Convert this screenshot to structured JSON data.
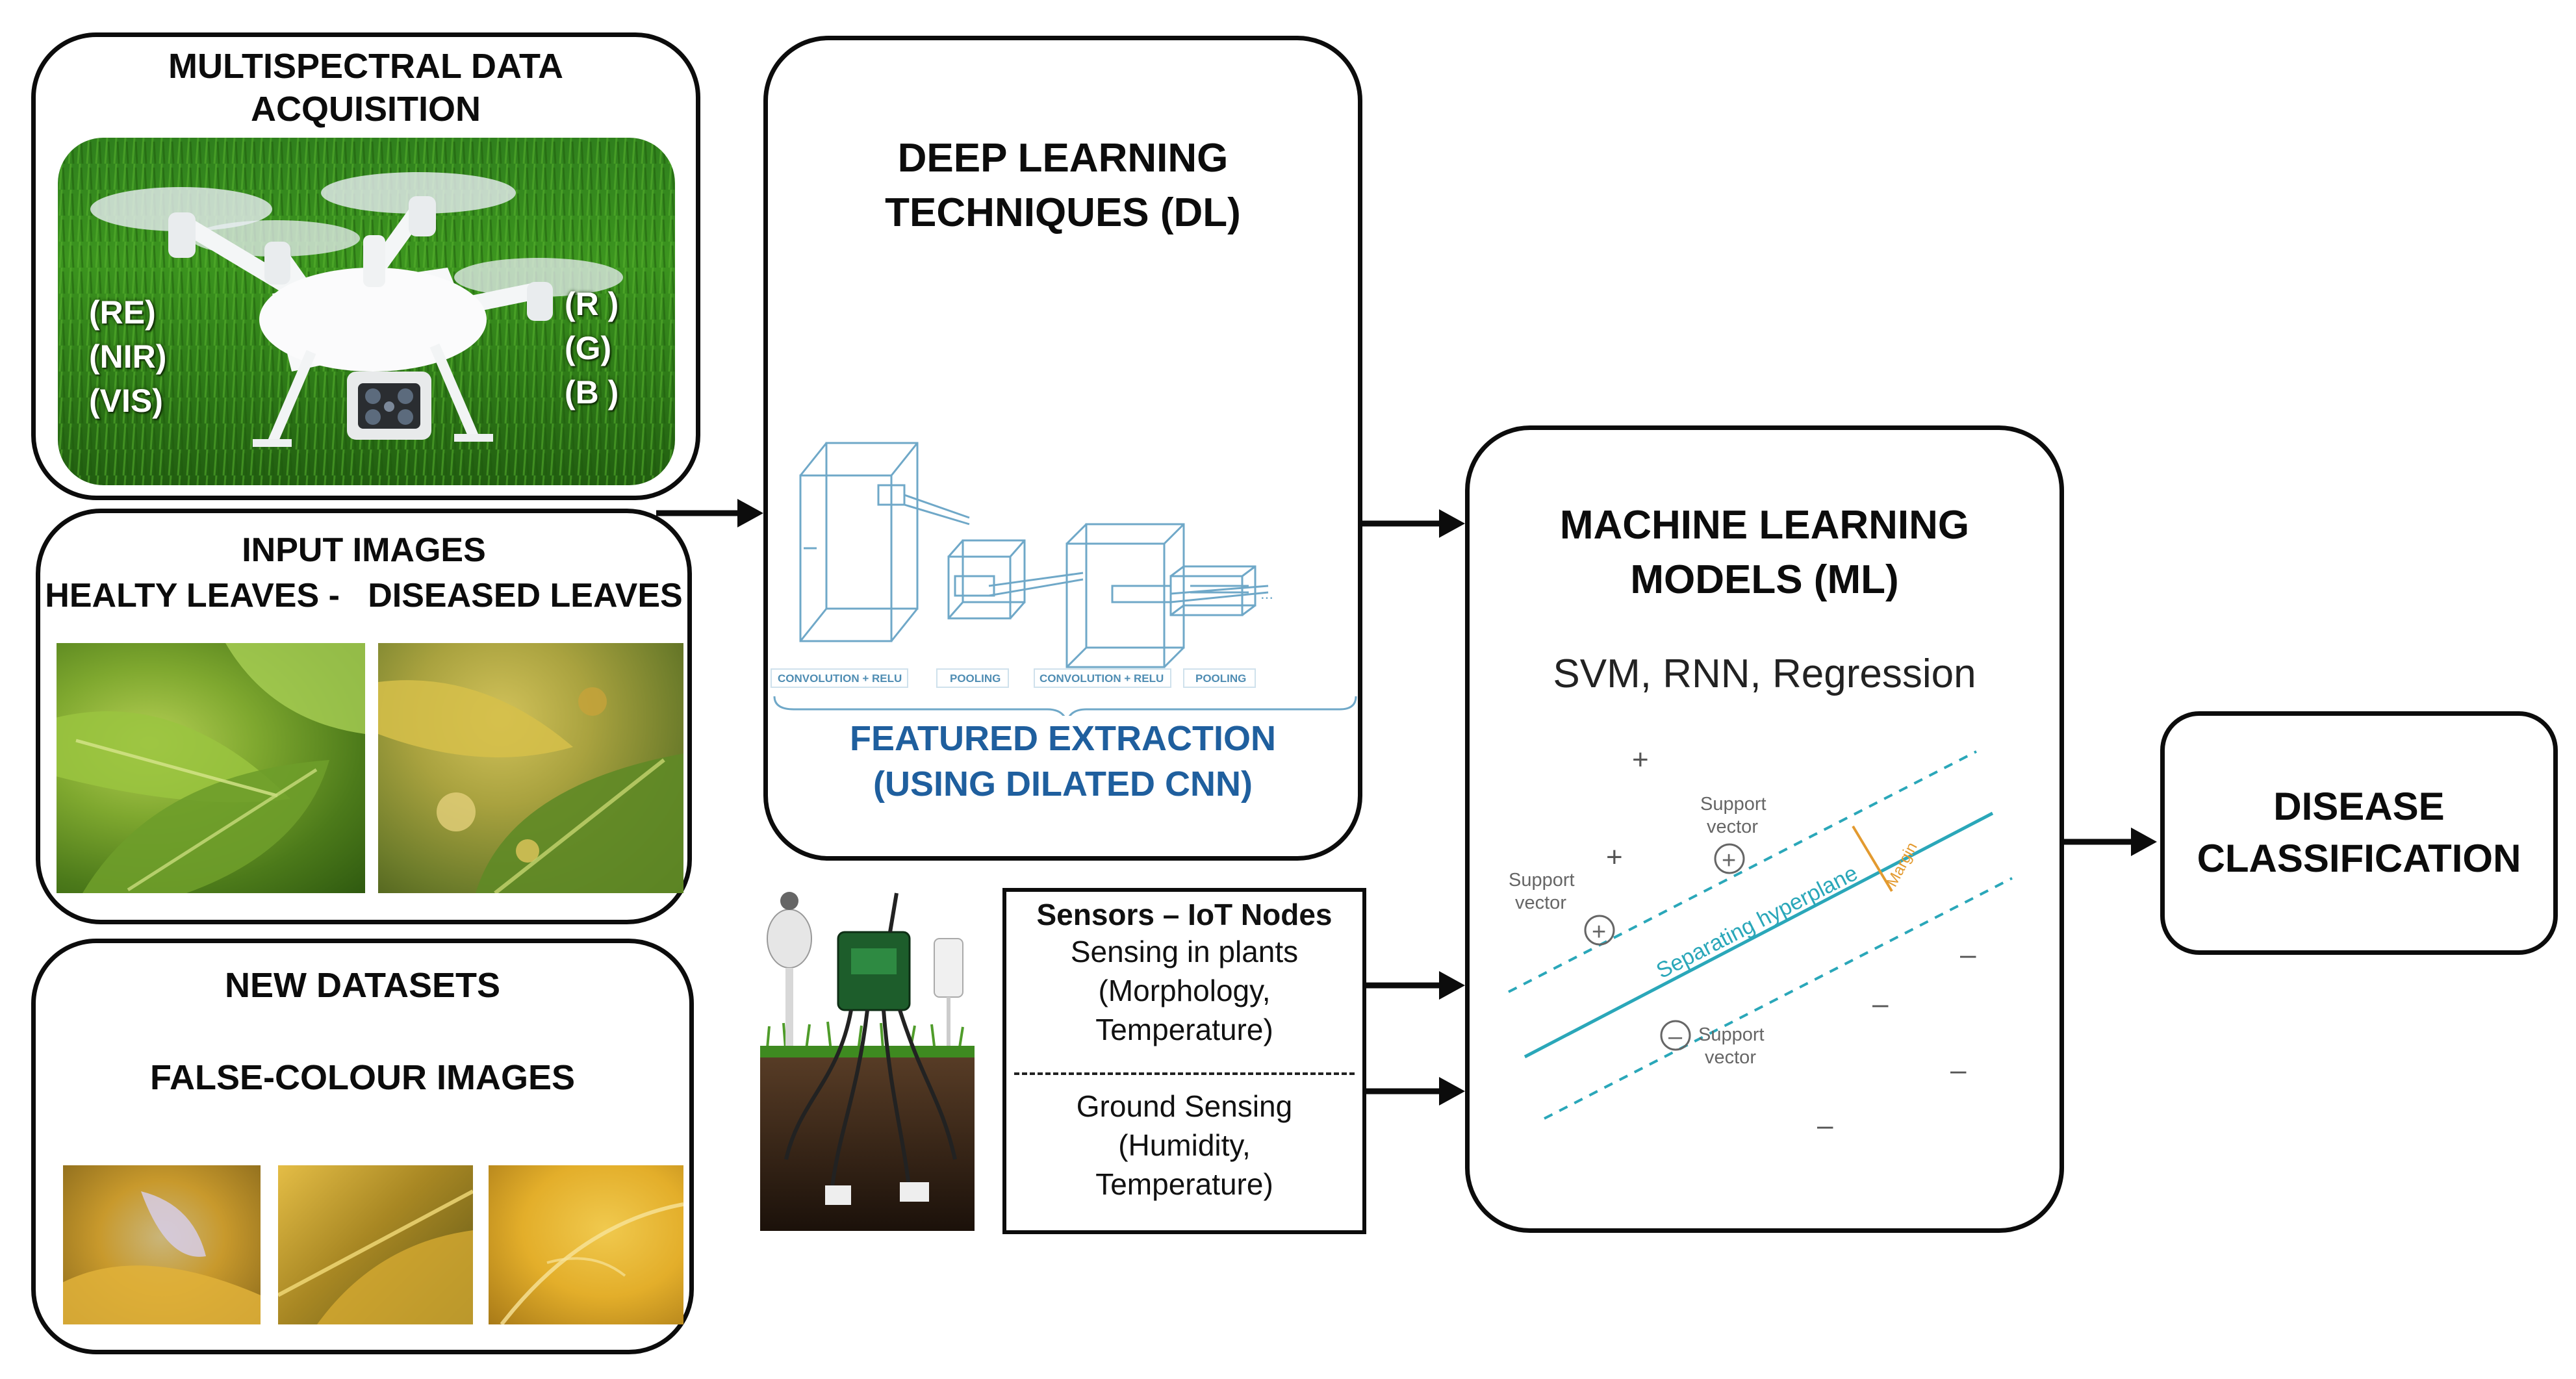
{
  "acquisition": {
    "title_line1": "MULTISPECTRAL DATA",
    "title_line2": "ACQUISITION",
    "bands_left": [
      "(RE)",
      "(NIR)",
      "(VIS)"
    ],
    "bands_right": [
      "(R )",
      "(G)",
      "(B )"
    ]
  },
  "input_images": {
    "title_line1": "INPUT IMAGES",
    "title_line2": "HEALTY LEAVES -   DISEASED LEAVES"
  },
  "new_datasets": {
    "title_line1": "NEW DATASETS",
    "title_line2": "FALSE-COLOUR IMAGES"
  },
  "deep_learning": {
    "title_line1": "DEEP LEARNING",
    "title_line2": "TECHNIQUES (DL)",
    "layer_labels": [
      "CONVOLUTION + RELU",
      "POOLING",
      "CONVOLUTION + RELU",
      "POOLING"
    ],
    "ellipsis": "...",
    "feature_line1": "FEATURED EXTRACTION",
    "feature_line2": "(USING DILATED CNN)"
  },
  "sensors": {
    "heading": "Sensors – IoT Nodes",
    "plant_line1": "Sensing in plants",
    "plant_line2": "(Morphology,",
    "plant_line3": "Temperature)",
    "ground_line1": "Ground Sensing",
    "ground_line2": "(Humidity,",
    "ground_line3": "Temperature)"
  },
  "machine_learning": {
    "title_line1": "MACHINE LEARNING",
    "title_line2": "MODELS (ML)",
    "models": "SVM, RNN, Regression",
    "svm": {
      "support_vector_top_1": "Support",
      "support_vector_top_2": "vector",
      "support_vector_left_1": "Support",
      "support_vector_left_2": "vector",
      "support_vector_bottom_1": "Support",
      "support_vector_bottom_2": "vector",
      "hyperplane": "Separating hyperplane",
      "margin": "Margin",
      "plus": "+",
      "minus": "–",
      "circle_plus": "+",
      "circle_minus": "–"
    }
  },
  "result": {
    "title_line1": "DISEASE",
    "title_line2": "CLASSIFICATION"
  },
  "colors": {
    "border": "#0c0c0c",
    "feature_text": "#1f5f9e",
    "cnn_lines": "#6fa8c8",
    "hyperplane": "#2aa7b9",
    "margin": "#e39a2f",
    "grass": "#3f8d1f",
    "leaf_yellow": "#e5b62e"
  }
}
